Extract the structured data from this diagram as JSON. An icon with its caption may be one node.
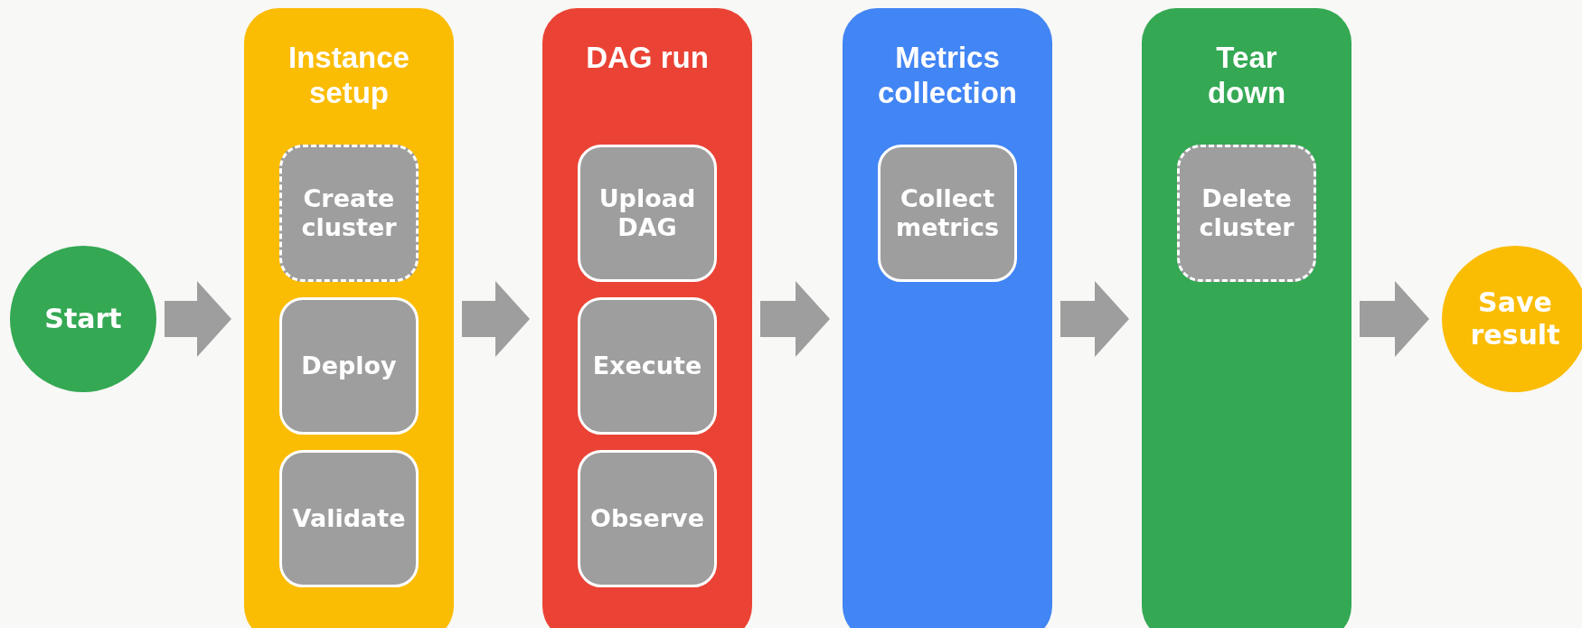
{
  "diagram": {
    "nodes": [
      {
        "text": [
          "Start"
        ]
      },
      {
        "text": [
          "Instance setup"
        ]
      },
      {
        "text": [
          "Create cluster"
        ],
        "in": 1
      },
      {
        "text": [
          "Deploy"
        ],
        "in": 1
      },
      {
        "text": [
          "Validate"
        ],
        "in": 1
      },
      {
        "text": [
          "DAG run"
        ]
      },
      {
        "text": [
          "Upload DAG"
        ],
        "in": 5
      },
      {
        "text": [
          "Execute"
        ],
        "in": 5
      },
      {
        "text": [
          "Observe"
        ],
        "in": 5
      },
      {
        "text": [
          "Metrics collection"
        ]
      },
      {
        "text": [
          "Collect metrics"
        ],
        "in": 9
      },
      {
        "text": [
          "Tear down"
        ]
      },
      {
        "text": [
          "Delete cluster"
        ],
        "in": 11
      },
      {
        "text": [
          "Save result"
        ]
      }
    ],
    "edges": [
      {
        "from": 0,
        "to": 1,
        "arrow": "to"
      },
      {
        "from": 1,
        "to": 5,
        "arrow": "to"
      },
      {
        "from": 5,
        "to": 9,
        "arrow": "to"
      },
      {
        "from": 9,
        "to": 11,
        "arrow": "to"
      },
      {
        "from": 11,
        "to": 13,
        "arrow": "to"
      }
    ]
  }
}
